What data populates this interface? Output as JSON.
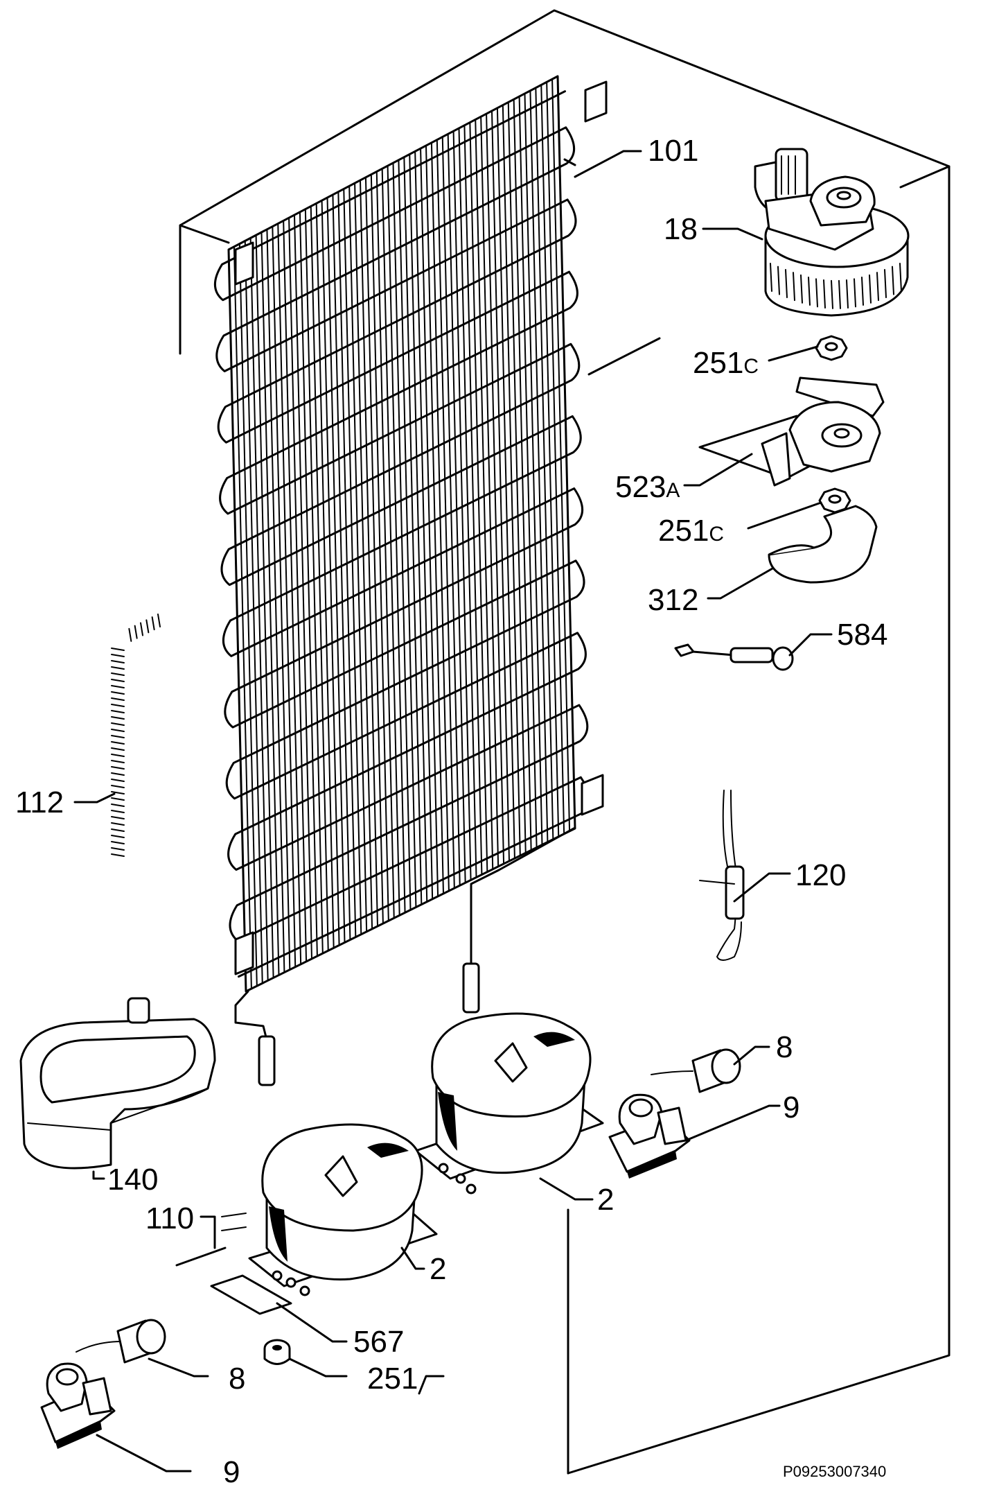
{
  "diagram": {
    "drawing_code": "P09253007340",
    "parts": [
      {
        "key": "p101",
        "number": "101",
        "suffix": ""
      },
      {
        "key": "p18",
        "number": "18",
        "suffix": ""
      },
      {
        "key": "p251c_top",
        "number": "251",
        "suffix": "C"
      },
      {
        "key": "p523a",
        "number": "523",
        "suffix": "A"
      },
      {
        "key": "p251c_mid",
        "number": "251",
        "suffix": "C"
      },
      {
        "key": "p312",
        "number": "312",
        "suffix": ""
      },
      {
        "key": "p584",
        "number": "584",
        "suffix": ""
      },
      {
        "key": "p112",
        "number": "112",
        "suffix": ""
      },
      {
        "key": "p120",
        "number": "120",
        "suffix": ""
      },
      {
        "key": "p8_right",
        "number": "8",
        "suffix": ""
      },
      {
        "key": "p9_right",
        "number": "9",
        "suffix": ""
      },
      {
        "key": "p140",
        "number": "140",
        "suffix": ""
      },
      {
        "key": "p2_right",
        "number": "2",
        "suffix": ""
      },
      {
        "key": "p110",
        "number": "110",
        "suffix": ""
      },
      {
        "key": "p2_left",
        "number": "2",
        "suffix": ""
      },
      {
        "key": "p567",
        "number": "567",
        "suffix": ""
      },
      {
        "key": "p8_left",
        "number": "8",
        "suffix": ""
      },
      {
        "key": "p251",
        "number": "251",
        "suffix": ""
      },
      {
        "key": "p9_left",
        "number": "9",
        "suffix": ""
      }
    ]
  }
}
